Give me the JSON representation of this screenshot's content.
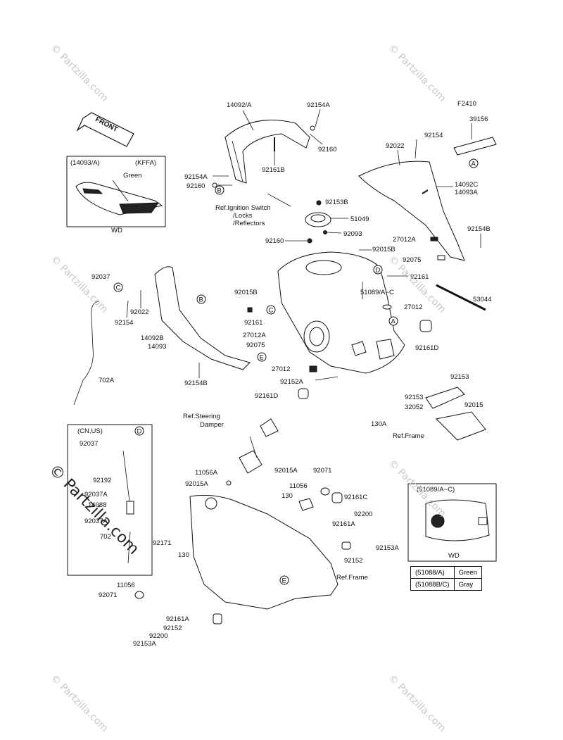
{
  "diagram_code": "F2410",
  "watermark": {
    "brand": "© Partzilla.com",
    "color": "#c8c8c8",
    "big_color": "#222222"
  },
  "front_label": "FRONT",
  "inset_cowl": {
    "part": "(14093/A)",
    "variant": "(KFFA)",
    "color": "Green",
    "footnote": "WD"
  },
  "inset_vent": {
    "region": "(CN,US)",
    "footnote": ""
  },
  "inset_tank": {
    "part": "(51089/A~C)",
    "footnote": "WD"
  },
  "color_table": [
    {
      "code": "(51088/A)",
      "color": "Green"
    },
    {
      "code": "(51088B/C)",
      "color": "Gray"
    }
  ],
  "refs": {
    "ignition": [
      "Ref.Ignition Switch",
      "/Locks",
      "/Reflectors"
    ],
    "steering": [
      "Ref.Steering",
      "Damper"
    ],
    "frame1": "Ref.Frame",
    "frame2": "Ref.Frame"
  },
  "callouts": [
    "A",
    "B",
    "C",
    "D",
    "E"
  ],
  "labels": {
    "l14092A": "14092/A",
    "l92154A_top": "92154A",
    "l92160_top": "92160",
    "l92161B": "92161B",
    "l92154A_left": "92154A",
    "l92160_left": "92160",
    "l92153B": "92153B",
    "l51049": "51049",
    "l92093": "92093",
    "l92160_mid": "92160",
    "l92015B_top": "92015B",
    "l92154_r": "92154",
    "l92022_r": "92022",
    "l39156": "39156",
    "l14092C": "14092C",
    "l14093A_r": "14093A",
    "l27012A_r": "27012A",
    "l92154B_r": "92154B",
    "l92075_r": "92075",
    "l92161_r": "92161",
    "l51089": "51089/A~C",
    "l27012_r": "27012",
    "l53044": "53044",
    "l92161D_r": "92161D",
    "l92037_top": "92037",
    "l92022_l": "92022",
    "l92154_l": "92154",
    "l92015B_l": "92015B",
    "l92161_l": "92161",
    "l27012A_l": "27012A",
    "l92075_l": "92075",
    "l14092B": "14092B",
    "l14093": "14093",
    "l92154B_l": "92154B",
    "l702A": "702A",
    "l27012_l": "27012",
    "l92152A": "92152A",
    "l92161D_l": "92161D",
    "l92153_a": "92153",
    "l92153_b": "92153",
    "l32052": "32052",
    "l92015": "92015",
    "l130A": "130A",
    "l92037_in": "92037",
    "l92192": "92192",
    "l92037A_1": "92037A",
    "l14088": "14088",
    "l92037A_2": "92037A",
    "l702": "702",
    "l11056A": "11056A",
    "l92015A_1": "92015A",
    "l92015A_2": "92015A",
    "l92071_1": "92071",
    "l11056_1": "11056",
    "l130_1": "130",
    "l92161C": "92161C",
    "l92200_1": "92200",
    "l92161A_1": "92161A",
    "l92153A_1": "92153A",
    "l92152_1": "92152",
    "l92171": "92171",
    "l130_2": "130",
    "l11056_2": "11056",
    "l92071_2": "92071",
    "l92161A_2": "92161A",
    "l92152_2": "92152",
    "l92200_2": "92200",
    "l92153A_2": "92153A"
  }
}
